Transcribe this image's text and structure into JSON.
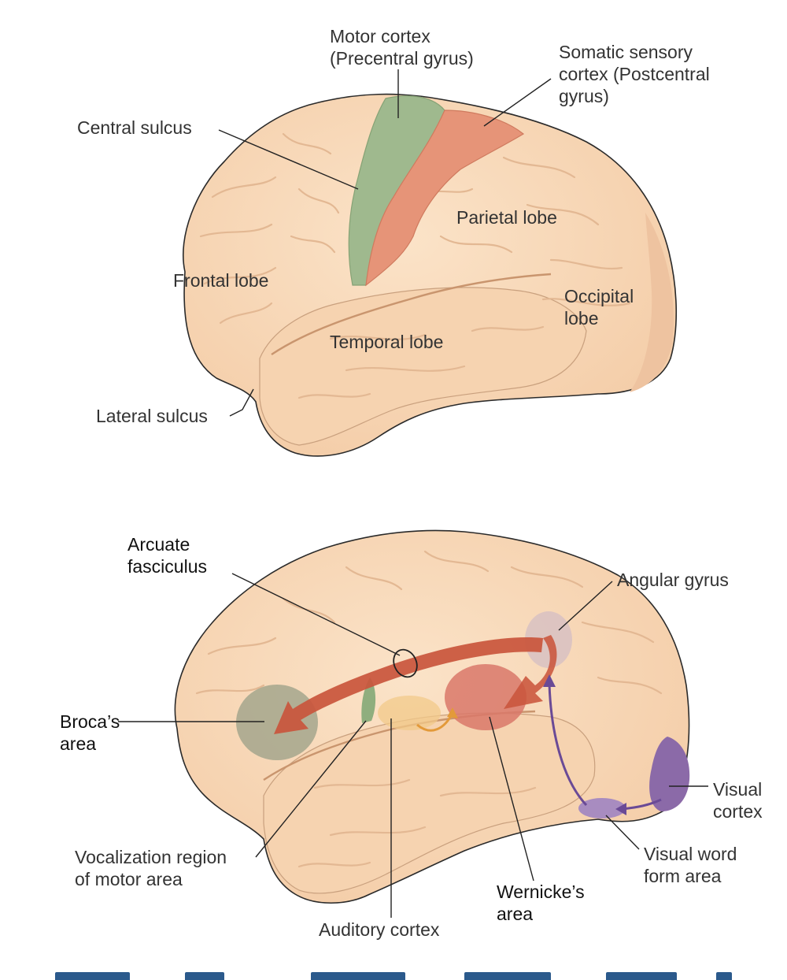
{
  "top_diagram": {
    "labels": {
      "motor_cortex": "Motor cortex\n(Precentral gyrus)",
      "somatic_sensory_cortex": "Somatic sensory\ncortex (Postcentral\ngyrus)",
      "central_sulcus": "Central sulcus",
      "parietal_lobe": "Parietal lobe",
      "frontal_lobe": "Frontal lobe",
      "occipital_lobe": "Occipital\nlobe",
      "temporal_lobe": "Temporal lobe",
      "lateral_sulcus": "Lateral sulcus"
    }
  },
  "bottom_diagram": {
    "labels": {
      "arcuate_fasciculus": "Arcuate\nfasciculus",
      "angular_gyrus": "Angular gyrus",
      "brocas_area": "Broca’s\narea",
      "visual_cortex": "Visual\ncortex",
      "vocalization_region": "Vocalization region\nof motor area",
      "visual_word_form_area": "Visual word\nform area",
      "wernickes_area": "Wernicke’s\narea",
      "auditory_cortex": "Auditory cortex"
    }
  },
  "colors": {
    "brain_fill": "#f8d8b8",
    "brain_shadow": "#e8bf9a",
    "brain_outline": "#2a2a2a",
    "motor_cortex": "#9fb98e",
    "somatic_sensory_cortex": "#e69478",
    "brocas_area": "#a9a98f",
    "wernickes_area": "#d9786a",
    "angular_gyrus": "#d9c2c2",
    "auditory_cortex": "#f2c98a",
    "visual_cortex": "#8b6aa8",
    "visual_word_form": "#a88cc0",
    "arcuate_arrow": "#c9553c",
    "auditory_arrow": "#e39a3a",
    "visual_arrow": "#6a4a96"
  }
}
